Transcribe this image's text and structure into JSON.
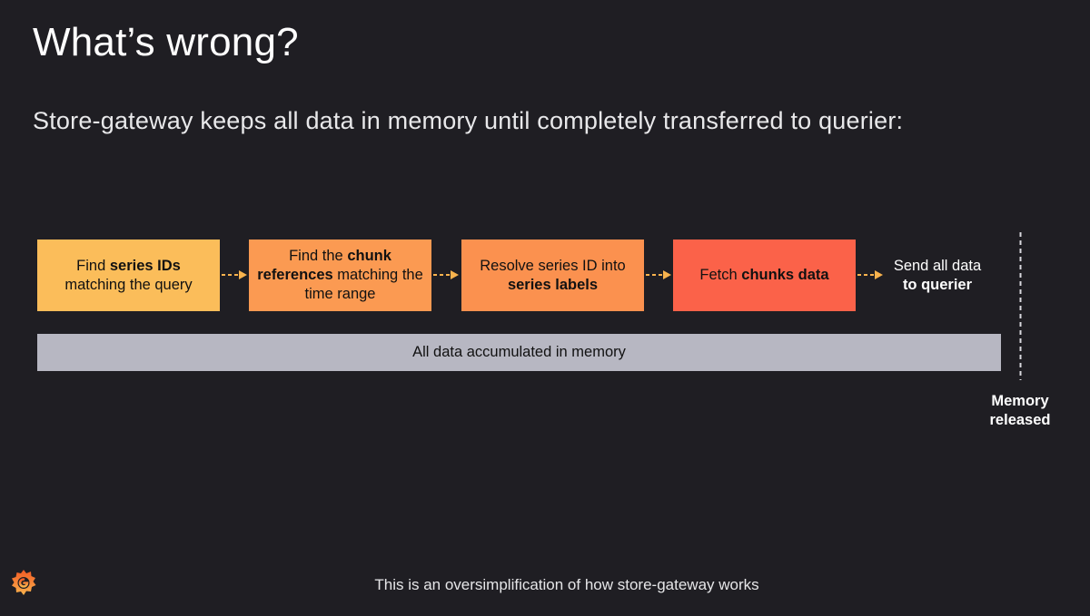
{
  "slide": {
    "title": "What’s wrong?",
    "subtitle": "Store-gateway keeps all data in memory until completely transferred to querier:",
    "footnote": "This is an oversimplification of how store-gateway works",
    "logo_icon": "grafana-logo-icon"
  },
  "steps": [
    {
      "pre": "Find ",
      "bold": "series IDs",
      "post": " matching the query",
      "color": "#fbbd5a"
    },
    {
      "pre": "Find the ",
      "bold": "chunk references",
      "post": " matching the time range",
      "color": "#fb9a52"
    },
    {
      "pre": "Resolve series ID into ",
      "bold": "series labels",
      "post": "",
      "color": "#fb914f"
    },
    {
      "pre": "Fetch ",
      "bold": "chunks data",
      "post": "",
      "color": "#fb6249"
    }
  ],
  "final_step": {
    "pre": "Send all data ",
    "bold": "to querier"
  },
  "memory_bar": {
    "label": "All data accumulated in memory",
    "color": "#b7b7c2"
  },
  "release_marker": {
    "label_line1": "Memory",
    "label_line2": "released"
  },
  "colors": {
    "background": "#1f1e23",
    "arrow": "#f9b34d"
  }
}
